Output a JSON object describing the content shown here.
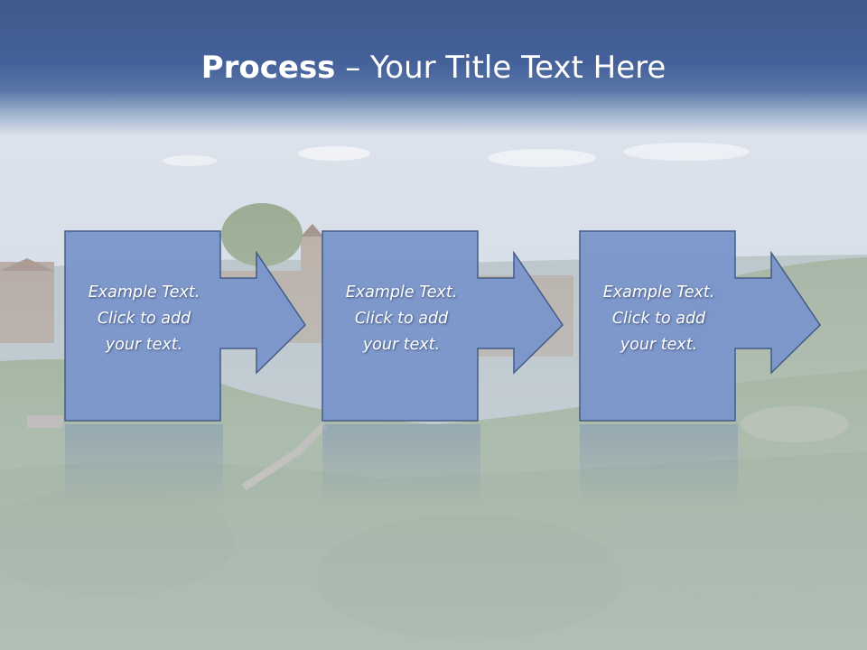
{
  "slide": {
    "title_bold": "Process",
    "title_rest": " – Your Title Text Here",
    "steps": [
      {
        "line1": "Example Text.",
        "line2": "Click  to add",
        "line3": "your text."
      },
      {
        "line1": "Example Text.",
        "line2": "Click  to add",
        "line3": "your text."
      },
      {
        "line1": "Example Text.",
        "line2": "Click  to add",
        "line3": "your text."
      }
    ]
  },
  "colors": {
    "title_band": "#44619a",
    "box_fill": "#7b96cc",
    "box_stroke": "#3f5682",
    "title_text": "#ffffff"
  }
}
